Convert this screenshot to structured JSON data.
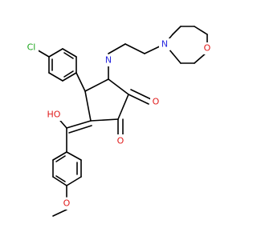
{
  "molecule": {
    "atoms": {
      "cl": {
        "text": "Cl",
        "color": "#1aa51a"
      },
      "ho": {
        "text": "HO",
        "color": "#e01a1a"
      },
      "o_ketone_upper": {
        "text": "O",
        "color": "#e01a1a"
      },
      "o_ketone_lower": {
        "text": "O",
        "color": "#e01a1a"
      },
      "n_ring": {
        "text": "N",
        "color": "#2a2ae0"
      },
      "n_morpholine": {
        "text": "N",
        "color": "#2a2ae0"
      },
      "o_morpholine": {
        "text": "O",
        "color": "#e01a1a"
      },
      "o_methoxy": {
        "text": "O",
        "color": "#e01a1a"
      }
    }
  }
}
